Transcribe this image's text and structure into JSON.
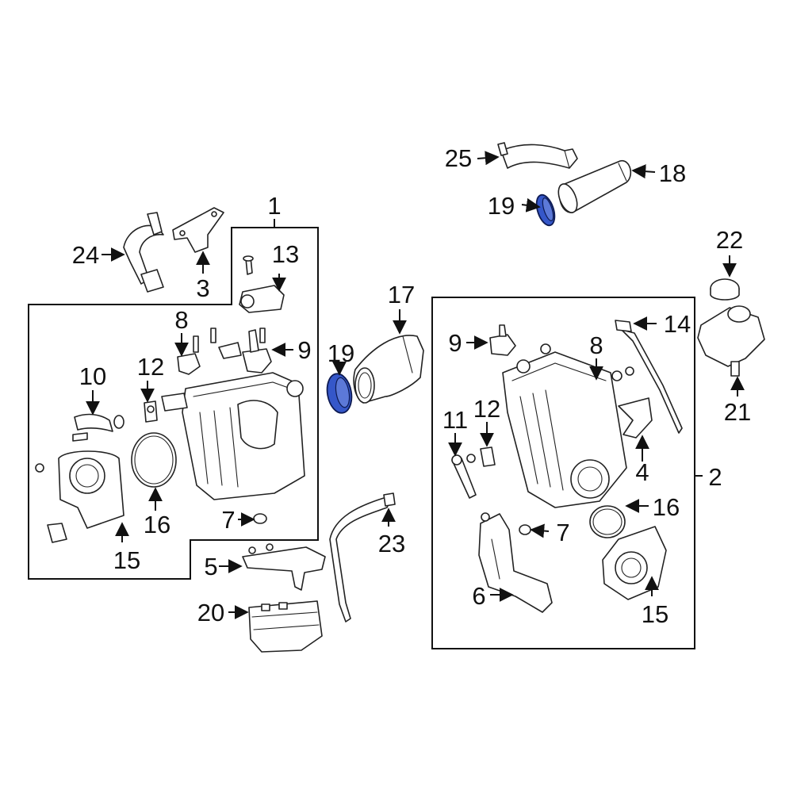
{
  "diagram": {
    "callouts": [
      {
        "id": "c1",
        "text": "1"
      },
      {
        "id": "c2",
        "text": "2"
      },
      {
        "id": "c3",
        "text": "3"
      },
      {
        "id": "c4",
        "text": "4"
      },
      {
        "id": "c5",
        "text": "5"
      },
      {
        "id": "c6",
        "text": "6"
      },
      {
        "id": "c7a",
        "text": "7"
      },
      {
        "id": "c7b",
        "text": "7"
      },
      {
        "id": "c8a",
        "text": "8"
      },
      {
        "id": "c8b",
        "text": "8"
      },
      {
        "id": "c9a",
        "text": "9"
      },
      {
        "id": "c9b",
        "text": "9"
      },
      {
        "id": "c10",
        "text": "10"
      },
      {
        "id": "c11",
        "text": "11"
      },
      {
        "id": "c12a",
        "text": "12"
      },
      {
        "id": "c12b",
        "text": "12"
      },
      {
        "id": "c13",
        "text": "13"
      },
      {
        "id": "c14",
        "text": "14"
      },
      {
        "id": "c15a",
        "text": "15"
      },
      {
        "id": "c15b",
        "text": "15"
      },
      {
        "id": "c16a",
        "text": "16"
      },
      {
        "id": "c16b",
        "text": "16"
      },
      {
        "id": "c17",
        "text": "17"
      },
      {
        "id": "c18",
        "text": "18"
      },
      {
        "id": "c19a",
        "text": "19"
      },
      {
        "id": "c19b",
        "text": "19"
      },
      {
        "id": "c20",
        "text": "20"
      },
      {
        "id": "c21",
        "text": "21"
      },
      {
        "id": "c22",
        "text": "22"
      },
      {
        "id": "c23",
        "text": "23"
      },
      {
        "id": "c24",
        "text": "24"
      },
      {
        "id": "c25",
        "text": "25"
      }
    ],
    "highlight_color": "#3557c9",
    "highlighted_part": "19"
  }
}
